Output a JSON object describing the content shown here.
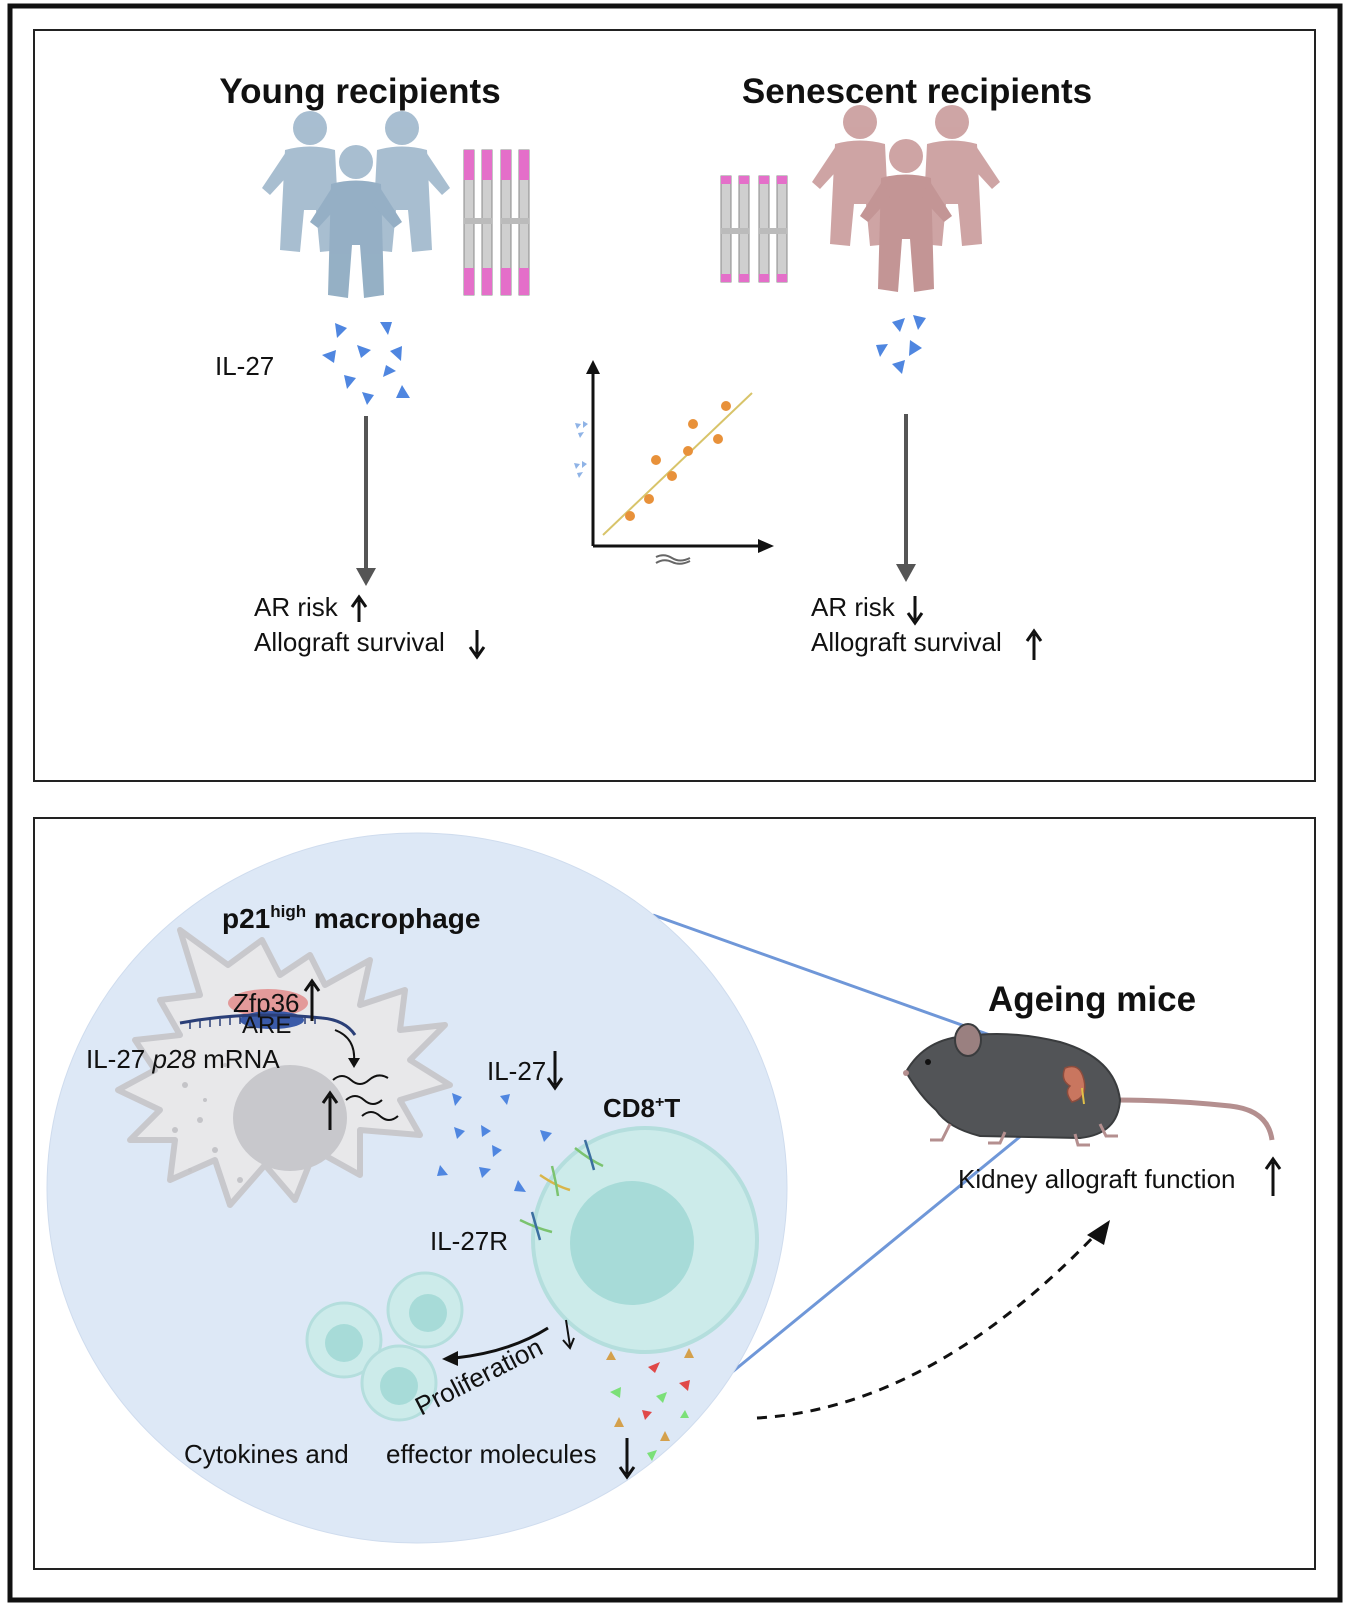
{
  "top_panel": {
    "young_title": "Young recipients",
    "senescent_title": "Senescent recipients",
    "il27_label": "IL-27",
    "young_outcome": {
      "ar_risk": "AR risk",
      "survival": "Allograft survival"
    },
    "senescent_outcome": {
      "ar_risk": "AR risk",
      "survival": "Allograft survival"
    }
  },
  "bottom_panel": {
    "macrophage_title_main": "p21",
    "macrophage_title_sup": "high",
    "macrophage_title_rest": " macrophage",
    "zfp36": "Zfp36",
    "are": "ARE",
    "mrna_prefix": "IL-27 ",
    "mrna_italic": "p28",
    "mrna_suffix": " mRNA",
    "il27": "IL-27",
    "cd8_main": "CD8",
    "cd8_sup": "+",
    "cd8_rest": "T",
    "il27r": "IL-27R",
    "proliferation": "Proliferation",
    "cytokines_part1": "Cytokines and",
    "cytokines_part2": "effector molecules",
    "ageing_mice": "Ageing mice",
    "kidney_function": "Kidney allograft function"
  },
  "colors": {
    "young": "#9fb7cc",
    "senescent": "#c99b9b",
    "telomere": "#e46fc9",
    "il27_triangle": "#4f86e0",
    "scatter_point": "#e8913a",
    "zoom_circle": "#dde8f6",
    "link_line": "#6f97d8"
  },
  "icons": {
    "people": "people-group-icon",
    "chromosome": "chromosome-icon",
    "mouse": "mouse-icon",
    "kidney": "kidney-icon",
    "macrophage": "macrophage-cell-icon",
    "t_cell": "t-cell-icon"
  }
}
